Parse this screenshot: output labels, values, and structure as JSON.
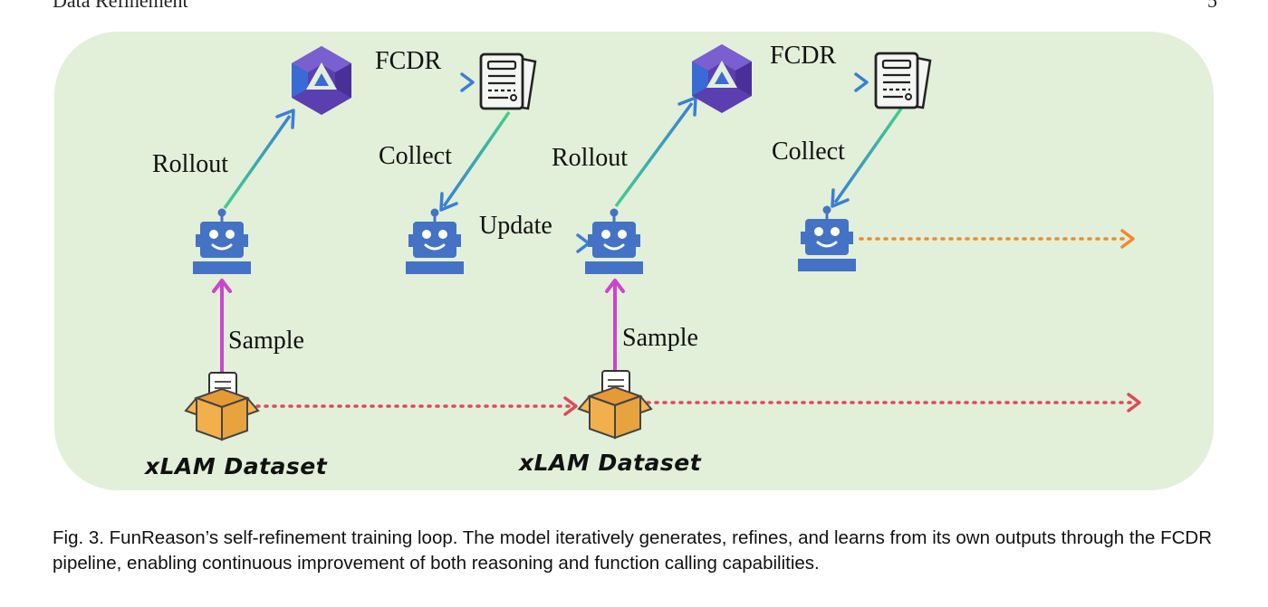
{
  "header": {
    "left": "Data Refinement",
    "right": "5"
  },
  "labels": {
    "fcdr_1": "FCDR",
    "fcdr_2": "FCDR",
    "rollout_1": "Rollout",
    "rollout_2": "Rollout",
    "collect_1": "Collect",
    "collect_2": "Collect",
    "update": "Update",
    "sample_1": "Sample",
    "sample_2": "Sample",
    "dataset_1": "xLAM Dataset",
    "dataset_2": "xLAM Dataset"
  },
  "icons": {
    "model": "hexagon-logo-icon",
    "document": "document-icon",
    "robot": "robot-icon",
    "dataset": "box-icon"
  },
  "colors": {
    "panel": "#e2efd9",
    "gradient_start": "#3ecf8e",
    "gradient_end": "#3a7fd5",
    "sample_arrow": "#cc44cc",
    "dataset_dots": "#e0485a",
    "robot_dots": "#ee8a2e",
    "robot": "#4472c4",
    "box": "#f2b04c"
  },
  "caption": "Fig. 3.  FunReason’s self-refinement training loop. The model iteratively generates, refines, and learns from its own outputs through the FCDR pipeline, enabling continuous improvement of both reasoning and function calling capabilities."
}
